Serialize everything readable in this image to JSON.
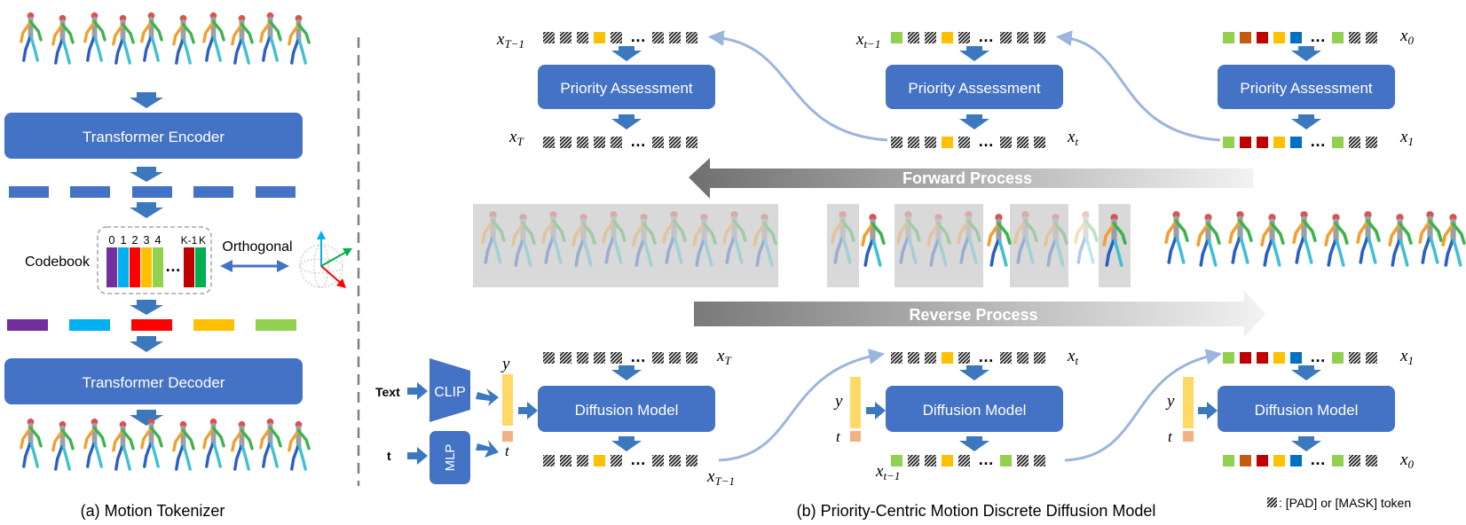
{
  "panel_a": {
    "encoder": "Transformer Encoder",
    "decoder": "Transformer Decoder",
    "codebook_label": "Codebook",
    "codebook_indices": [
      "0",
      "1",
      "2",
      "3",
      "4"
    ],
    "codebook_tail": [
      "K-1",
      "K"
    ],
    "ellipsis": "…",
    "orthogonal": "Orthogonal",
    "caption": "(a) Motion Tokenizer"
  },
  "panel_b": {
    "priority": "Priority Assessment",
    "diffusion": "Diffusion Model",
    "clip": "CLIP",
    "mlp": "MLP",
    "text_input": "Text",
    "t_input": "t",
    "y_var": "y",
    "t_var": "t",
    "forward": "Forward Process",
    "reverse": "Reverse Process",
    "ellipsis": "…",
    "caption": "(b) Priority-Centric Motion Discrete Diffusion Model",
    "legend": ": [PAD] or [MASK] token",
    "vars": {
      "xTm1": "x",
      "xTm1_sub": "T−1",
      "xT": "x",
      "xT_sub": "T",
      "xtm1": "x",
      "xtm1_sub": "t−1",
      "xt": "x",
      "xt_sub": "t",
      "x0": "x",
      "x0_sub": "0",
      "x1": "x",
      "x1_sub": "1"
    }
  },
  "colors": {
    "box": "#4472c4",
    "arrow": "#3b78bd",
    "curve": "#9db4de",
    "purple": "#7030a0",
    "cyan": "#00b0f0",
    "red": "#ff0000",
    "orange": "#ffc000",
    "green": "#92d050",
    "darkred": "#c00000",
    "darkgreen": "#00b050",
    "brown": "#c55a11",
    "blue": "#0070c0",
    "yellow": "#ffd966",
    "salmon": "#f4b183"
  }
}
